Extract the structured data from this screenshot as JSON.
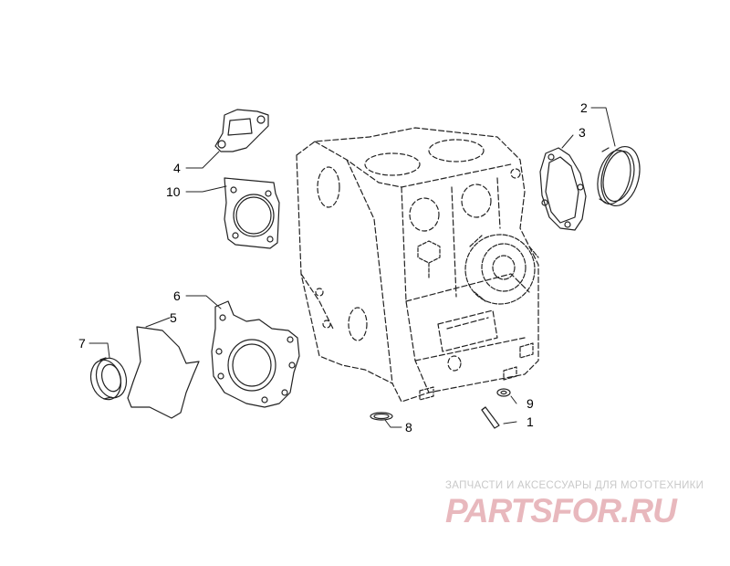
{
  "callouts": {
    "c1": "1",
    "c2": "2",
    "c3": "3",
    "c4": "4",
    "c5": "5",
    "c6": "6",
    "c7": "7",
    "c8": "8",
    "c9": "9",
    "c10": "10"
  },
  "watermark": {
    "subtitle": "ЗАПЧАСТИ И АКСЕССУАРЫ ДЛЯ МОТОТЕХНИКИ",
    "logo": "PARTSFOR.RU"
  },
  "colors": {
    "line": "#222222",
    "watermark_text": "#c9c9c9",
    "watermark_logo": "#e8b8bd"
  }
}
